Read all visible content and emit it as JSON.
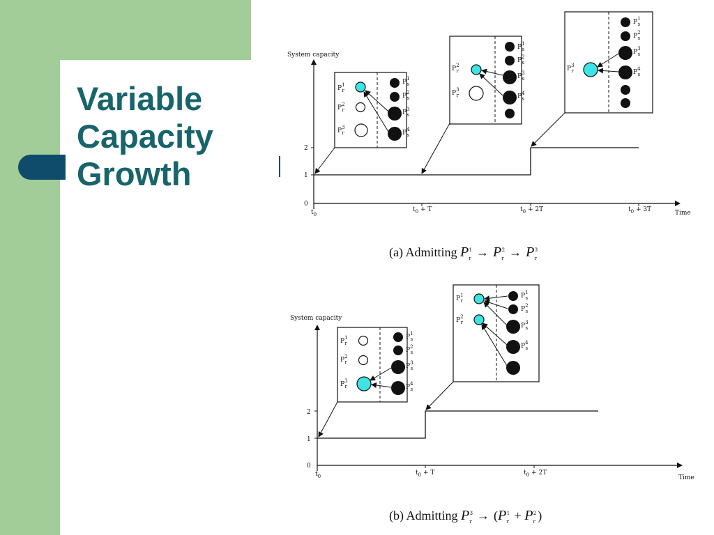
{
  "slide": {
    "title_lines": [
      "Variable",
      "Capacity",
      "Growth"
    ],
    "colors": {
      "green": "#a2cc98",
      "title": "#17646a",
      "accent": "#0f4c6b",
      "cyan": "#3ee3e3"
    }
  },
  "diagram_a": {
    "y_axis_title": "System capacity",
    "x_axis_title": "Time",
    "y_ticks": [
      "0",
      "1",
      "2"
    ],
    "x_ticks": [
      {
        "main": "t",
        "sub": "0",
        "tail": ""
      },
      {
        "main": "t",
        "sub": "0",
        "tail": " + T"
      },
      {
        "main": "t",
        "sub": "0",
        "tail": " + 2T"
      },
      {
        "main": "t",
        "sub": "0",
        "tail": " + 3T"
      }
    ],
    "caption": {
      "prefix": "(a) Admitting ",
      "terms": [
        {
          "base": "P",
          "sub": "r",
          "sup": "1"
        },
        {
          "base": "P",
          "sub": "r",
          "sup": "2"
        },
        {
          "base": "P",
          "sub": "r",
          "sup": "3"
        }
      ],
      "arrow": "→"
    },
    "boxes": [
      {
        "r_labels": [
          {
            "sup": "1",
            "sub": "r"
          },
          {
            "sup": "2",
            "sub": "r"
          },
          {
            "sup": "3",
            "sub": "r"
          }
        ],
        "s_labels": [
          {
            "sup": "1",
            "sub": "s"
          },
          {
            "sup": "2",
            "sub": "s"
          },
          {
            "sup": "3",
            "sub": "s"
          },
          {
            "sup": "4",
            "sub": "s"
          }
        ]
      },
      {
        "r_labels": [
          {
            "sup": "2",
            "sub": "r"
          },
          {
            "sup": "3",
            "sub": "r"
          }
        ],
        "s_labels": [
          {
            "sup": "1",
            "sub": "s"
          },
          {
            "sup": "2",
            "sub": "s"
          },
          {
            "sup": "3",
            "sub": "s"
          },
          {
            "sup": "4",
            "sub": "s"
          }
        ]
      },
      {
        "r_labels": [
          {
            "sup": "3",
            "sub": "r"
          }
        ],
        "s_labels": [
          {
            "sup": "1",
            "sub": "s"
          },
          {
            "sup": "2",
            "sub": "s"
          },
          {
            "sup": "3",
            "sub": "s"
          },
          {
            "sup": "4",
            "sub": "s"
          }
        ]
      }
    ]
  },
  "diagram_b": {
    "y_axis_title": "System capacity",
    "x_axis_title": "Time",
    "y_ticks": [
      "0",
      "1",
      "2"
    ],
    "x_ticks": [
      {
        "main": "t",
        "sub": "0",
        "tail": ""
      },
      {
        "main": "t",
        "sub": "0",
        "tail": " + T"
      },
      {
        "main": "t",
        "sub": "0",
        "tail": " + 2T"
      }
    ],
    "caption": {
      "prefix": "(b) Admitting ",
      "first": {
        "base": "P",
        "sub": "r",
        "sup": "3"
      },
      "arrow": "→",
      "open": "(",
      "plus": " + ",
      "close": ")",
      "group": [
        {
          "base": "P",
          "sub": "r",
          "sup": "1"
        },
        {
          "base": "P",
          "sub": "r",
          "sup": "2"
        }
      ]
    },
    "boxes": [
      {
        "r_labels": [
          {
            "sup": "1",
            "sub": "r"
          },
          {
            "sup": "2",
            "sub": "r"
          },
          {
            "sup": "3",
            "sub": "r"
          }
        ],
        "s_labels": [
          {
            "sup": "1",
            "sub": "s"
          },
          {
            "sup": "2",
            "sub": "s"
          },
          {
            "sup": "3",
            "sub": "s"
          },
          {
            "sup": "4",
            "sub": "s"
          }
        ]
      },
      {
        "r_labels": [
          {
            "sup": "1",
            "sub": "r"
          },
          {
            "sup": "2",
            "sub": "r"
          }
        ],
        "s_labels": [
          {
            "sup": "1",
            "sub": "s"
          },
          {
            "sup": "2",
            "sub": "s"
          },
          {
            "sup": "3",
            "sub": "s"
          },
          {
            "sup": "4",
            "sub": "s"
          }
        ]
      }
    ]
  }
}
